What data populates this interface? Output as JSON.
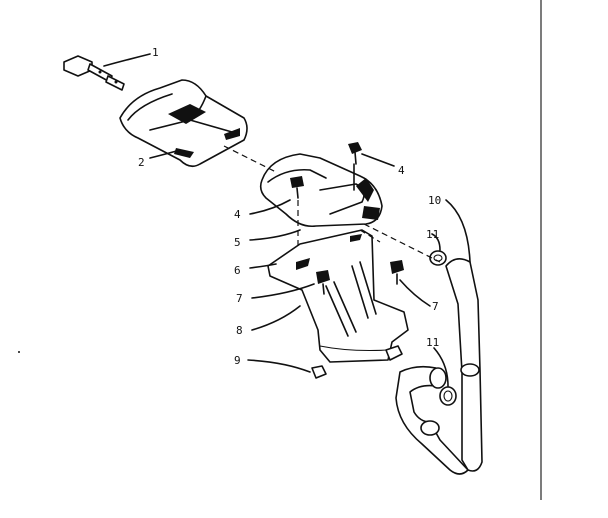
{
  "diagram": {
    "labels": {
      "p1": "1",
      "p2": "2",
      "p4a": "4",
      "p4b": "4",
      "p5": "5",
      "p6": "6",
      "p7a": "7",
      "p7b": "7",
      "p8": "8",
      "p9": "9",
      "p10": "10",
      "p11a": "11",
      "p11b": "11"
    }
  }
}
